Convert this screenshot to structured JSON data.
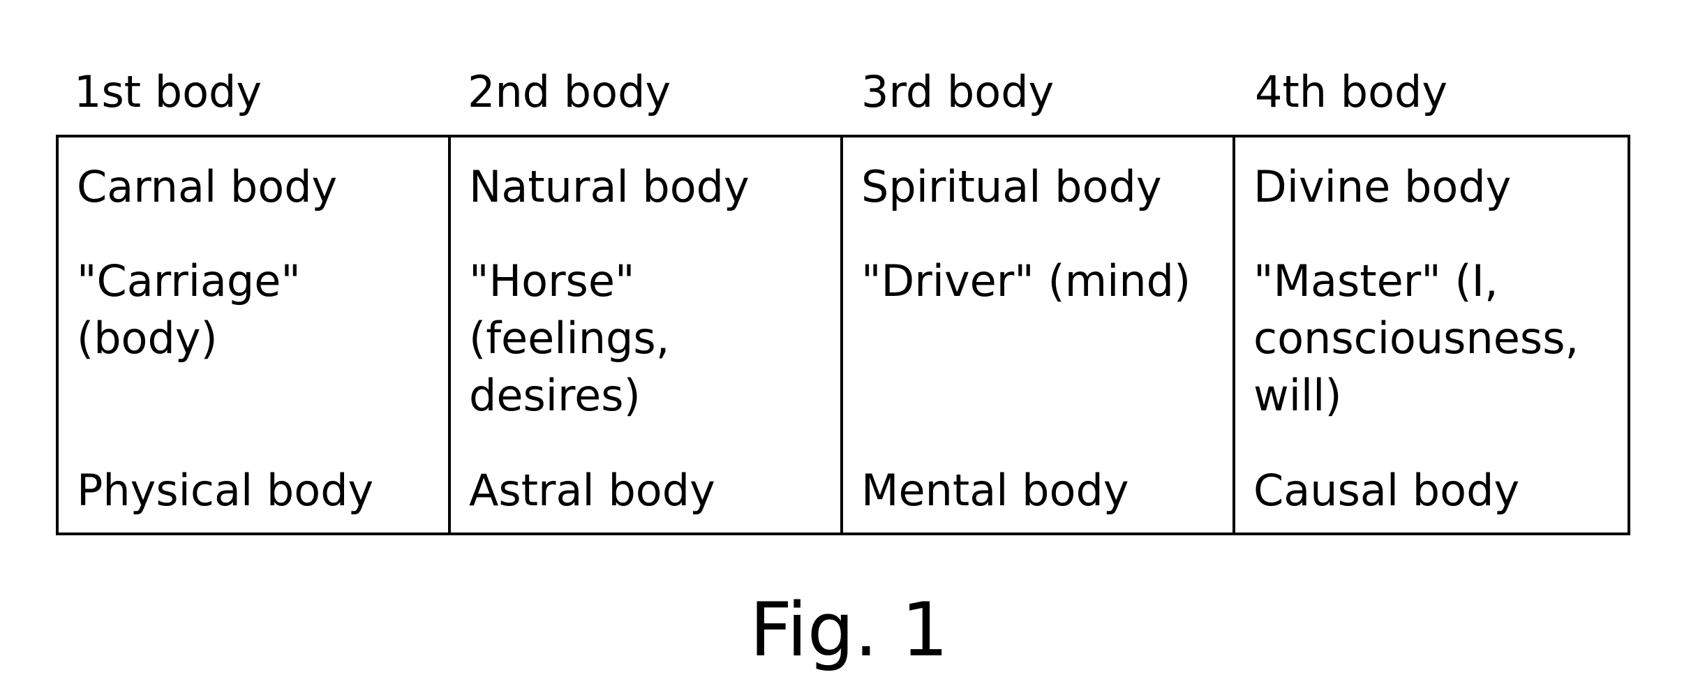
{
  "headers": [
    "1st body",
    "2nd body",
    "3rd body",
    "4th body"
  ],
  "columns": [
    {
      "name": "Carnal body",
      "metaphor": "\"Carriage\" (body)",
      "esoteric": "Physical body"
    },
    {
      "name": "Natural body",
      "metaphor": "\"Horse\" (feelings, desires)",
      "esoteric": "Astral body"
    },
    {
      "name": "Spiritual body",
      "metaphor": "\"Driver\" (mind)",
      "esoteric": "Mental body"
    },
    {
      "name": "Divine body",
      "metaphor": "\"Master\" (I, consciousness, will)",
      "esoteric": "Causal body"
    }
  ],
  "caption": "Fig. 1"
}
